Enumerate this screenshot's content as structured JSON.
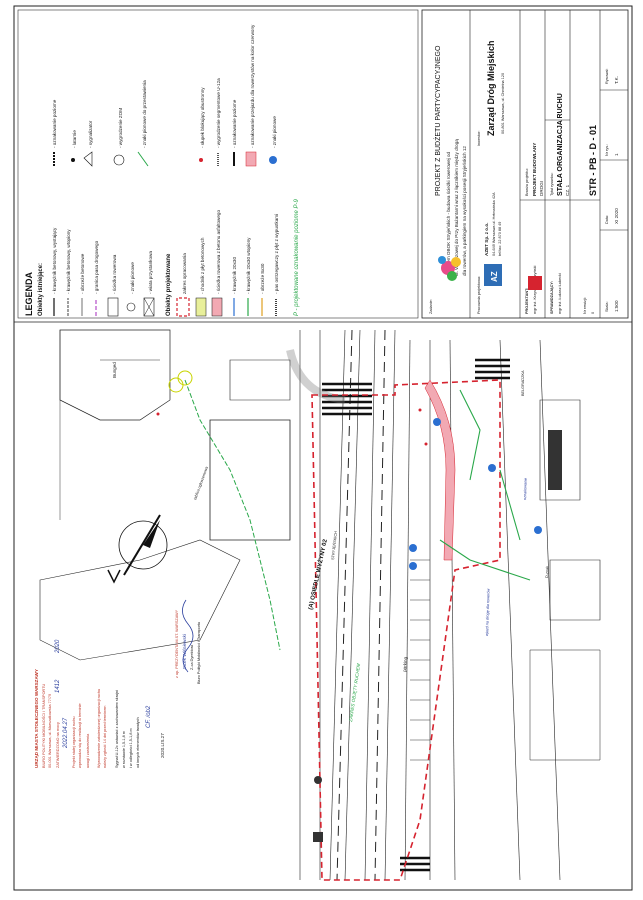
{
  "legend": {
    "title": "LEGENDA",
    "existing_title": "Obiekty istniejące:",
    "existing": [
      "- krawężnik betonowy, wystający",
      "- krawężnik betonowy, wtopiony",
      "- obrzeże betonowe",
      "- granica pasa drogowego",
      "- ścieżka rowerowa",
      "- znaki pionowe",
      "- wiata przystankowa"
    ],
    "existing_right": [
      "- oznakowanie poziome",
      "- latarnie",
      "- sygnalizator",
      "- wygrodzenie ZOM",
      "- znaki pionowe do przestawienia"
    ],
    "projected_title": "Obiekty projektowane",
    "projected": [
      "zakres opracowania",
      "- chodnik z płyt betonowych",
      "- ścieżka rowerowa z betonu asfaltowego",
      "- krawężnik 20x30",
      "- krawężnik 20x30 wtopiony",
      "- obrzeże 8x30",
      "- pas ostrzegawczy z płyt z wypustkami"
    ],
    "projected_right": [
      "- słupek blokujący obustronny",
      "- wygrodzenie segmentowe U-12a",
      "- oznakowanie poziome",
      "- oznakowanie przejazdu dla rowerzystów na kolor czerwony",
      "- znaki pionowe"
    ],
    "handwritten_note": "P - projektowane oznakowanie poziome P-9"
  },
  "title_block": {
    "project_label": "Zadanie:",
    "project_heading": "PROJEKT Z BUDŻETU PARTYCYPACYJNEGO",
    "project_lines": [
      "Rowerem OBOK Stryjeńskich - budowa ścieżki rowerowej od",
      "ul. Wąwozowej do Przy Bażantarni wraz z łącznikiem między drogą",
      "dla rowerów, a parkingiem na wysokości posesji Stryjeńskich 12"
    ],
    "investor_label": "Inwestor:",
    "investor_name": "Zarząd Dróg Miejskich",
    "investor_address": "00-801 Warszawa, ul. Chmielna 120",
    "designer_label": "Pracownia projektowa:",
    "company_name": "AZET Sp. z o.o.",
    "company_address": "04-649 Warszawa ul. Hetmańska 42A",
    "company_phone": "tel/fax: 22 870 88 49",
    "branch_label": "Branża projektu:",
    "branch_value": "PROJEKT BUDOWLANY",
    "branch_sub": "DROGI",
    "sheet_type_label": "Tytuł rysunku:",
    "sheet_title": "STAŁA ORGANIZACJA RUCHU",
    "sheet_part": "CZ. 1",
    "roles": [
      {
        "role": "PROJEKTANT:",
        "name": "mgr inż. Krzysztof Soszyński"
      },
      {
        "role": "SPRAWDZAJĄCY:",
        "name": "mgr inż. Łukasz Łabecki"
      }
    ],
    "drawing_number": "STR - PB - D - 01",
    "scale_label": "Skala:",
    "scale_value": "1:500",
    "date_label": "Data:",
    "date_value": "XI 2020",
    "revision_label": "Nr rewizji:",
    "revision_value": "0",
    "sheet_number_label": "Nr rys.:",
    "sheet_number_value": "1",
    "drawn_label": "Rysował:",
    "drawn_value": "T.K."
  },
  "map_labels": {
    "street_main": "(A) OSIEDLE WYŻYNY 02",
    "street_side": "STRYJEŃSKICH",
    "street_top": "BELGRADZKA",
    "bunged": "Bunged",
    "parking": "parking",
    "tunnel_label": "tablica ogłoszeniowa",
    "area_label": "ZAKRES OBJĘTY RUCHEM",
    "path_label": "wjazd na drogę dla rowerów",
    "sign_label": "D-znak",
    "roundabout_hint": "oznakowanie"
  },
  "approval": {
    "office_lines": [
      "URZĄD MIASTA STOŁECZNEGO WARSZAWY",
      "BIURO POLITYKI MOBILNOŚCI I TRANSPORTU",
      "00-001 Warszawa, ul. Marszałkowska 77/79"
    ],
    "zatwierdzono": "ZATWIERDZONO na mocy",
    "number": "1412",
    "year": "2020",
    "date_written": "2022.04.27",
    "lines": [
      "Projekt stałej organizacji ruchu",
      "wprowadza się do realizacji w terminie",
      "uwagi i zastrzeżenia",
      "Wprowadzenie zatwierdzonej organizacji ruchu",
      "należy zgłosić 14 dni przed terminem",
      "Sygnał U-12c ustawiać z zachowaniem skrajni",
      "w rozstawie 1,5-1,8 m",
      "i w odległości 1,5-1,8 m",
      "od innych elementów trwałych"
    ],
    "stamp_date": "2020.LIS.27",
    "signature_role": "Z-ca Dyrektora",
    "signature_title": "z up. PREZYDENTA M.ST. WARSZAWY",
    "signature_name": "Jacek Wiśniewski",
    "signature_note": "Biuro Polityki Mobilności i Transportu",
    "initials": "CF. /ob2"
  },
  "colors": {
    "scope_red": "#d6232f",
    "path_pink": "#f2a9b3",
    "chodnik_yellow": "#e8ef9a",
    "green_line": "#2aa84a",
    "blue_ink": "#2b3f9e",
    "stamp_red": "#c0392b",
    "map_line": "#222222"
  }
}
